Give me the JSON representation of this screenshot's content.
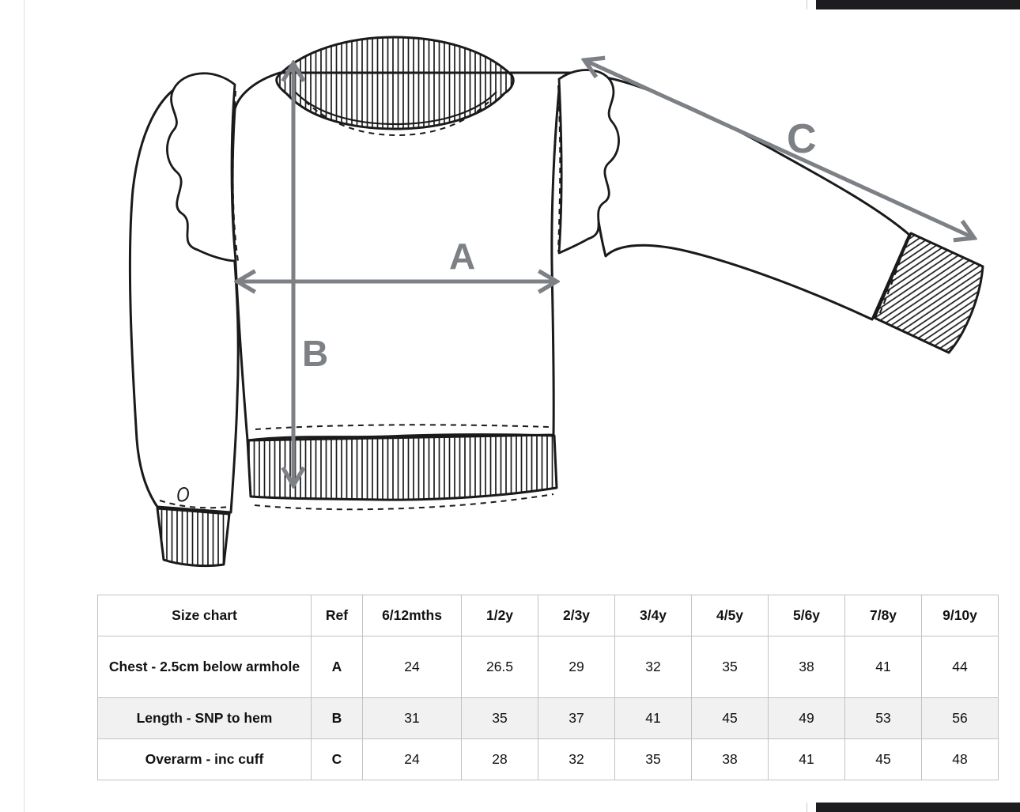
{
  "page": {
    "background_color": "#ffffff",
    "edge_bar_color": "#1d1d1f",
    "divider_color": "#dedede"
  },
  "diagram": {
    "measure_labels": {
      "chest": "A",
      "length": "B",
      "overarm": "C"
    },
    "arrow_color": "#7d8185",
    "sketch_line_color": "#1a1a1a"
  },
  "size_table": {
    "title": "Size chart",
    "ref_header": "Ref",
    "size_headers": [
      "6/12mths",
      "1/2y",
      "2/3y",
      "3/4y",
      "4/5y",
      "5/6y",
      "7/8y",
      "9/10y"
    ],
    "rows": [
      {
        "label": "Chest - 2.5cm below armhole",
        "ref": "A",
        "values": [
          "24",
          "26.5",
          "29",
          "32",
          "35",
          "38",
          "41",
          "44"
        ]
      },
      {
        "label": "Length - SNP to hem",
        "ref": "B",
        "values": [
          "31",
          "35",
          "37",
          "41",
          "45",
          "49",
          "53",
          "56"
        ]
      },
      {
        "label": "Overarm - inc cuff",
        "ref": "C",
        "values": [
          "24",
          "28",
          "32",
          "35",
          "38",
          "41",
          "45",
          "48"
        ]
      }
    ]
  },
  "chart_data": {
    "type": "table",
    "title": "Size chart",
    "columns": [
      "Ref",
      "6/12mths",
      "1/2y",
      "2/3y",
      "3/4y",
      "4/5y",
      "5/6y",
      "7/8y",
      "9/10y"
    ],
    "row_labels": [
      "Chest - 2.5cm below armhole",
      "Length - SNP to hem",
      "Overarm - inc cuff"
    ],
    "rows": [
      [
        "A",
        24,
        26.5,
        29,
        32,
        35,
        38,
        41,
        44
      ],
      [
        "B",
        31,
        35,
        37,
        41,
        45,
        49,
        53,
        56
      ],
      [
        "C",
        24,
        28,
        32,
        35,
        38,
        41,
        45,
        48
      ]
    ]
  }
}
